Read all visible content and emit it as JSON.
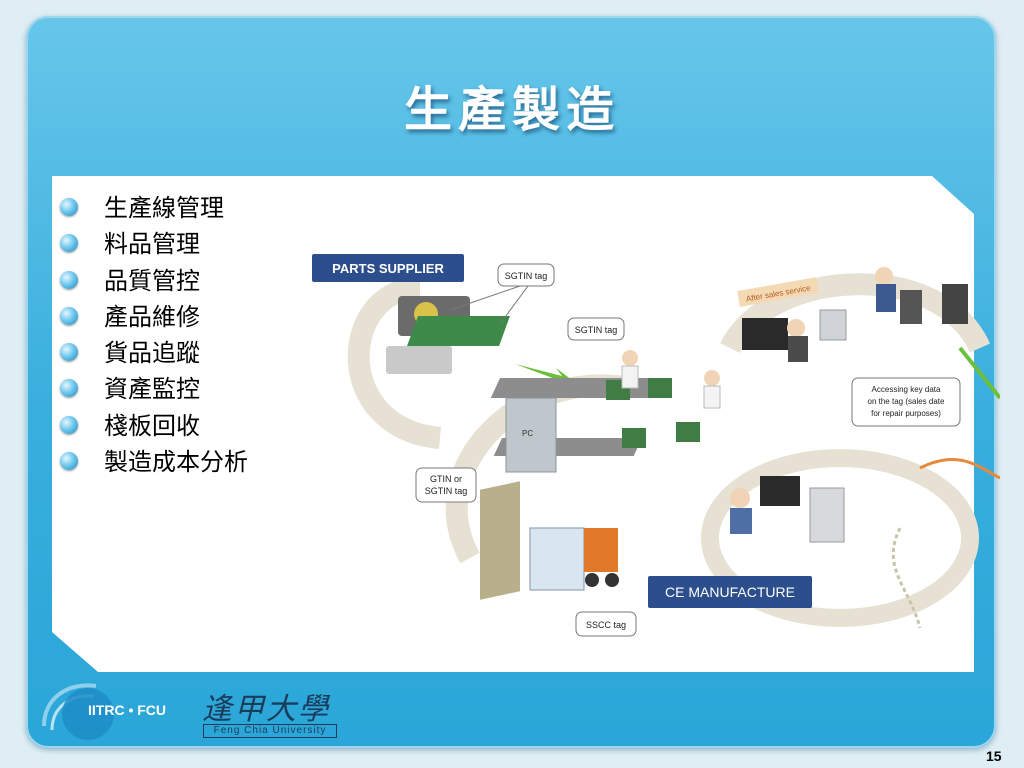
{
  "slide": {
    "title": "生產製造",
    "bullets": [
      "生產線管理",
      "料品管理",
      "品質管控",
      "產品維修",
      "貨品追蹤",
      "資產監控",
      "棧板回收",
      "製造成本分析"
    ],
    "page_number": "15"
  },
  "diagram": {
    "parts_supplier": "PARTS SUPPLIER",
    "ce_manufacture": "CE MANUFACTURE",
    "sgtin_tag_1": "SGTIN tag",
    "sgtin_tag_2": "SGTIN tag",
    "gtin_line1": "GTIN or",
    "gtin_line2": "SGTIN tag",
    "sscc_tag": "SSCC tag",
    "after_sales": "After sales service",
    "accessing_line1": "Accessing key data",
    "accessing_line2": "on the tag (sales date",
    "accessing_line3": "for repair purposes)",
    "pc_label": "PC"
  },
  "footer": {
    "org": "IITRC • FCU",
    "seal_cn": "逢甲大學",
    "seal_en": "Feng Chia University"
  },
  "colors": {
    "frame": "#38aedd",
    "label_box": "#2d4e8c",
    "arrow": "#e58a3a",
    "green_arrow": "#6cbf3a"
  }
}
